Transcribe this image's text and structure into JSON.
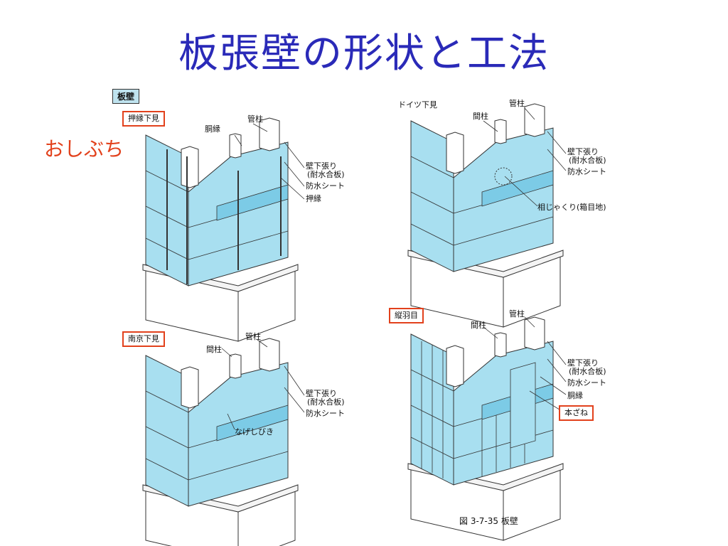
{
  "title": "板張壁の形状と工法",
  "section_label": "板壁",
  "note": "おしぶち",
  "caption": "図 3-7-35 板壁",
  "colors": {
    "title": "#2a2ab8",
    "accent": "#e2411c",
    "panel": "#a8dff0",
    "panel_dark": "#7ccbe6",
    "line": "#333333"
  },
  "panels": {
    "oshibuchi": {
      "name": "押縁下見",
      "labels": {
        "dobuchi": "胴縁",
        "kanbashira": "管柱",
        "kabe": "壁下張り",
        "kabe_sub": "(耐水合板)",
        "bousui": "防水シート",
        "oshibuchi": "押縁"
      }
    },
    "doitsu": {
      "name": "ドイツ下見",
      "labels": {
        "mabashira": "間柱",
        "kanbashira": "管柱",
        "kabe": "壁下張り",
        "kabe_sub": "(耐水合板)",
        "bousui": "防水シート",
        "aijakuri": "相じゃくり(箱目地)"
      }
    },
    "nankin": {
      "name": "南京下見",
      "labels": {
        "mabashira": "間柱",
        "kanbashira": "管柱",
        "kabe": "壁下張り",
        "kabe_sub": "(耐水合板)",
        "bousui": "防水シート",
        "nagebiki": "なげしびき"
      }
    },
    "tatehame": {
      "name": "縦羽目",
      "labels": {
        "mabashira": "間柱",
        "kanbashira": "管柱",
        "kabe": "壁下張り",
        "kabe_sub": "(耐水合板)",
        "bousui": "防水シート",
        "dobuchi": "胴縁",
        "honzane": "本ざね"
      }
    }
  }
}
